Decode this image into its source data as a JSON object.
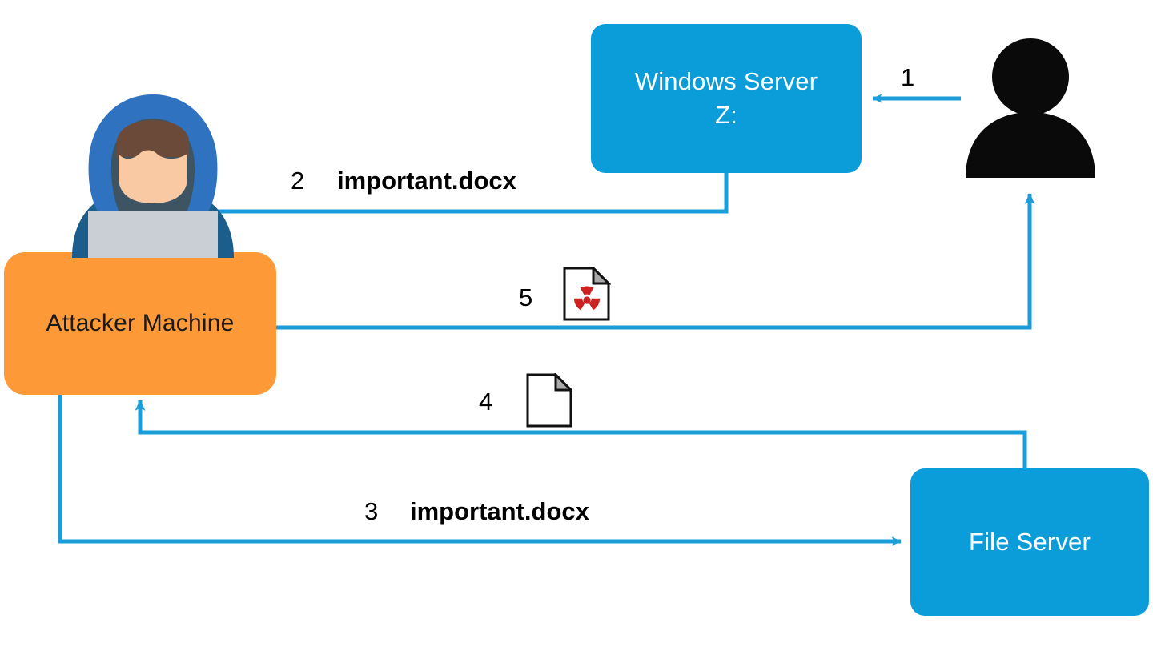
{
  "diagram": {
    "title": "Ransomware attack flow via mapped network drive",
    "background": "#ffffff",
    "colors": {
      "server_blue": "#0B9DDA",
      "attacker_orange": "#FD9A37",
      "arrow_blue": "#1B9DD9",
      "text_dark": "#000000",
      "text_light": "#ffffff",
      "hood_blue": "#2E72C0",
      "hood_shadow": "#3E5463",
      "body_blue": "#1B5E8C",
      "skin": "#F8C9A3",
      "hair_brown": "#6B4A3A",
      "laptop_gray": "#C9CFD4",
      "user_black": "#0A0A0A",
      "radioactive_red": "#CC2222",
      "file_white": "#FFFFFF",
      "file_fold_gray": "#A9A9A9"
    }
  },
  "nodes": {
    "windows_server": {
      "label_line1": "Windows Server",
      "label_line2": "Z:"
    },
    "attacker_machine": {
      "label": "Attacker Machine"
    },
    "file_server": {
      "label": "File Server"
    },
    "user": {
      "label": "user-icon"
    },
    "hacker": {
      "label": "hacker-at-laptop-illustration"
    }
  },
  "steps": [
    {
      "number": "1",
      "file": "",
      "from": "user",
      "to": "windows_server",
      "direction": "left"
    },
    {
      "number": "2",
      "file": "important.docx",
      "from": "windows_server",
      "to": "attacker_machine",
      "direction": "down"
    },
    {
      "number": "3",
      "file": "important.docx",
      "from": "attacker_machine",
      "to": "file_server",
      "direction": "right"
    },
    {
      "number": "4",
      "file": "",
      "from": "file_server",
      "to": "attacker_machine",
      "direction": "up",
      "icon": "blank-document-icon"
    },
    {
      "number": "5",
      "file": "",
      "from": "attacker_machine",
      "to": "user",
      "direction": "up",
      "icon": "radioactive-document-icon"
    }
  ],
  "icons": {
    "radioactive_document": "radioactive-document-icon",
    "blank_document": "blank-document-icon",
    "user": "user-silhouette-icon",
    "hacker": "hooded-hacker-icon"
  }
}
